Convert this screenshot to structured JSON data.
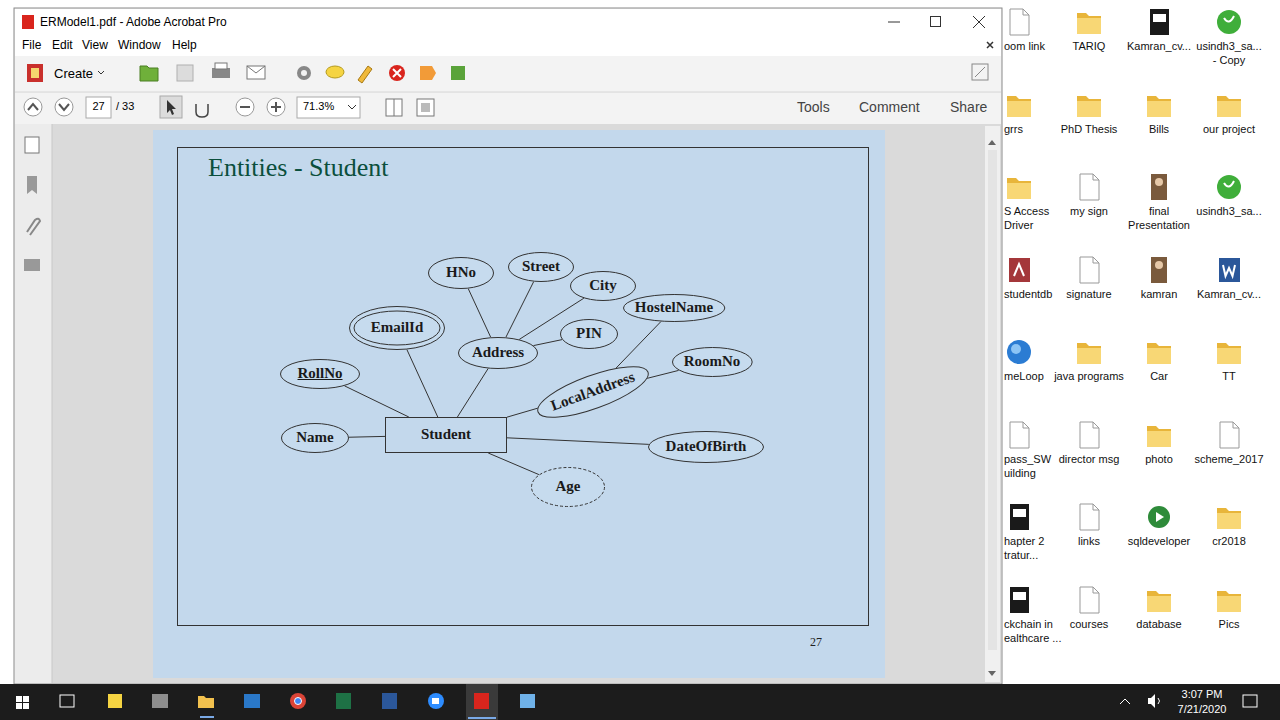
{
  "diagram": {
    "title": "Entities - Student",
    "nodes": [
      {
        "text": [
          "HNo"
        ]
      },
      {
        "text": [
          "Street"
        ]
      },
      {
        "text": [
          "City"
        ]
      },
      {
        "text": [
          "HostelName"
        ]
      },
      {
        "text": [
          "EmailId"
        ]
      },
      {
        "text": [
          "PIN"
        ]
      },
      {
        "text": [
          "Address"
        ]
      },
      {
        "text": [
          "RoomNo"
        ]
      },
      {
        "text": [
          "RollNo"
        ]
      },
      {
        "text": [
          "LocalAddress"
        ]
      },
      {
        "text": [
          "Name"
        ]
      },
      {
        "text": [
          "Student"
        ]
      },
      {
        "text": [
          "DateOfBirth"
        ]
      },
      {
        "text": [
          "Age"
        ]
      }
    ],
    "edges": [
      {
        "from": 11,
        "to": 8,
        "arrow": "none"
      },
      {
        "from": 11,
        "to": 10,
        "arrow": "none"
      },
      {
        "from": 11,
        "to": 4,
        "arrow": "none"
      },
      {
        "from": 11,
        "to": 6,
        "arrow": "none"
      },
      {
        "from": 11,
        "to": 9,
        "arrow": "none"
      },
      {
        "from": 11,
        "to": 12,
        "arrow": "none"
      },
      {
        "from": 11,
        "to": 13,
        "arrow": "none"
      },
      {
        "from": 6,
        "to": 0,
        "arrow": "none"
      },
      {
        "from": 6,
        "to": 1,
        "arrow": "none"
      },
      {
        "from": 6,
        "to": 2,
        "arrow": "none"
      },
      {
        "from": 6,
        "to": 5,
        "arrow": "none"
      },
      {
        "from": 9,
        "to": 3,
        "arrow": "none"
      },
      {
        "from": 9,
        "to": 7,
        "arrow": "none"
      }
    ],
    "labels": [
      "ERModel1.pdf - Adobe Acrobat Pro",
      "File",
      "Edit",
      "View",
      "Window",
      "Help",
      "Create",
      "27",
      "/ 33",
      "71.3%",
      "Tools",
      "Comment",
      "Share",
      "27",
      "oom link",
      "TARIQ",
      "Kamran_cv...",
      "usindh3_sa... - Copy",
      "grrs",
      "PhD Thesis",
      "Bills",
      "our project",
      "S Access Driver",
      "my sign",
      "final Presentation",
      "usindh3_sa...",
      "studentdb",
      "signature",
      "kamran",
      "Kamran_cv...",
      "meLoop",
      "java programs",
      "Car",
      "TT",
      "pass_SW uilding",
      "director msg",
      "photo",
      "scheme_2017",
      "hapter 2 tratur...",
      "links",
      "sqldeveloper",
      "cr2018",
      "ckchain in ealthcare ...",
      "courses",
      "database",
      "Pics",
      "3:07 PM",
      "7/21/2020"
    ]
  }
}
